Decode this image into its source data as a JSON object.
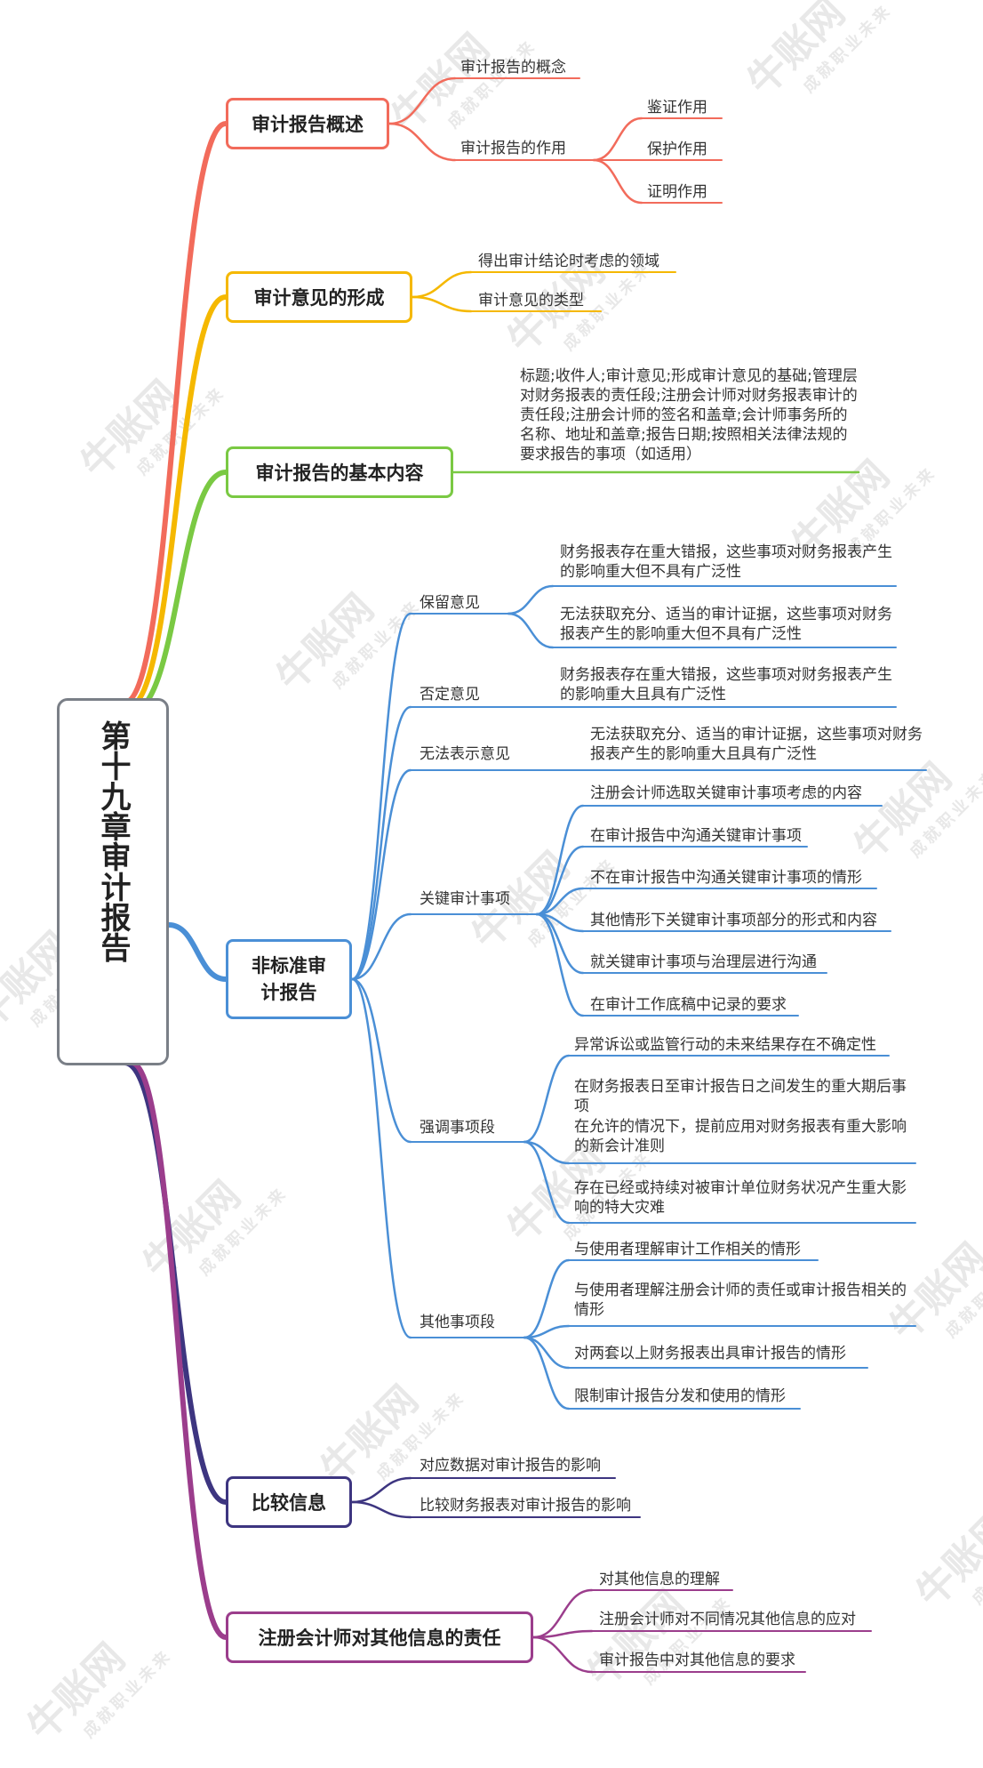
{
  "root": {
    "title": "第十九章审计报告"
  },
  "colors": {
    "overview": "#f26b5b",
    "formation": "#f5b800",
    "content": "#7ac943",
    "nonstandard": "#4a8fd6",
    "compare": "#3d3580",
    "other_info": "#9b3d8c",
    "root_border": "#7a7f87"
  },
  "watermark": {
    "brand": "牛账网",
    "slogan": "成就职业未来"
  },
  "branches": {
    "overview": {
      "label": "审计报告概述",
      "concept": "审计报告的概念",
      "role": "审计报告的作用",
      "roles": [
        "鉴证作用",
        "保护作用",
        "证明作用"
      ]
    },
    "formation": {
      "label": "审计意见的形成",
      "items": [
        "得出审计结论时考虑的领域",
        "审计意见的类型"
      ]
    },
    "content": {
      "label": "审计报告的基本内容",
      "text": "标题;收件人;审计意见;形成审计意见的基础;管理层对财务报表的责任段;注册会计师对财务报表审计的责任段;注册会计师的签名和盖章;会计师事务所的名称、地址和盖章;报告日期;按照相关法律法规的要求报告的事项（如适用）"
    },
    "nonstandard": {
      "label": "非标准审计报告",
      "qualified": {
        "label": "保留意见",
        "items": [
          "财务报表存在重大错报，这些事项对财务报表产生的影响重大但不具有广泛性",
          "无法获取充分、适当的审计证据，这些事项对财务报表产生的影响重大但不具有广泛性"
        ]
      },
      "adverse": {
        "label": "否定意见",
        "items": [
          "财务报表存在重大错报，这些事项对财务报表产生的影响重大且具有广泛性"
        ]
      },
      "disclaimer": {
        "label": "无法表示意见",
        "items": [
          "无法获取充分、适当的审计证据，这些事项对财务报表产生的影响重大且具有广泛性"
        ]
      },
      "kam": {
        "label": "关键审计事项",
        "items": [
          "注册会计师选取关键审计事项考虑的内容",
          "在审计报告中沟通关键审计事项",
          "不在审计报告中沟通关键审计事项的情形",
          "其他情形下关键审计事项部分的形式和内容",
          "就关键审计事项与治理层进行沟通",
          "在审计工作底稿中记录的要求"
        ]
      },
      "emphasis": {
        "label": "强调事项段",
        "items": [
          "异常诉讼或监管行动的未来结果存在不确定性",
          "在财务报表日至审计报告日之间发生的重大期后事项",
          "在允许的情况下，提前应用对财务报表有重大影响的新会计准则",
          "存在已经或持续对被审计单位财务状况产生重大影响的特大灾难"
        ]
      },
      "other_matter": {
        "label": "其他事项段",
        "items": [
          "与使用者理解审计工作相关的情形",
          "与使用者理解注册会计师的责任或审计报告相关的情形",
          "对两套以上财务报表出具审计报告的情形",
          "限制审计报告分发和使用的情形"
        ]
      }
    },
    "compare": {
      "label": "比较信息",
      "items": [
        "对应数据对审计报告的影响",
        "比较财务报表对审计报告的影响"
      ]
    },
    "other_info": {
      "label": "注册会计师对其他信息的责任",
      "items": [
        "对其他信息的理解",
        "注册会计师对不同情况其他信息的应对",
        "审计报告中对其他信息的要求"
      ]
    }
  }
}
